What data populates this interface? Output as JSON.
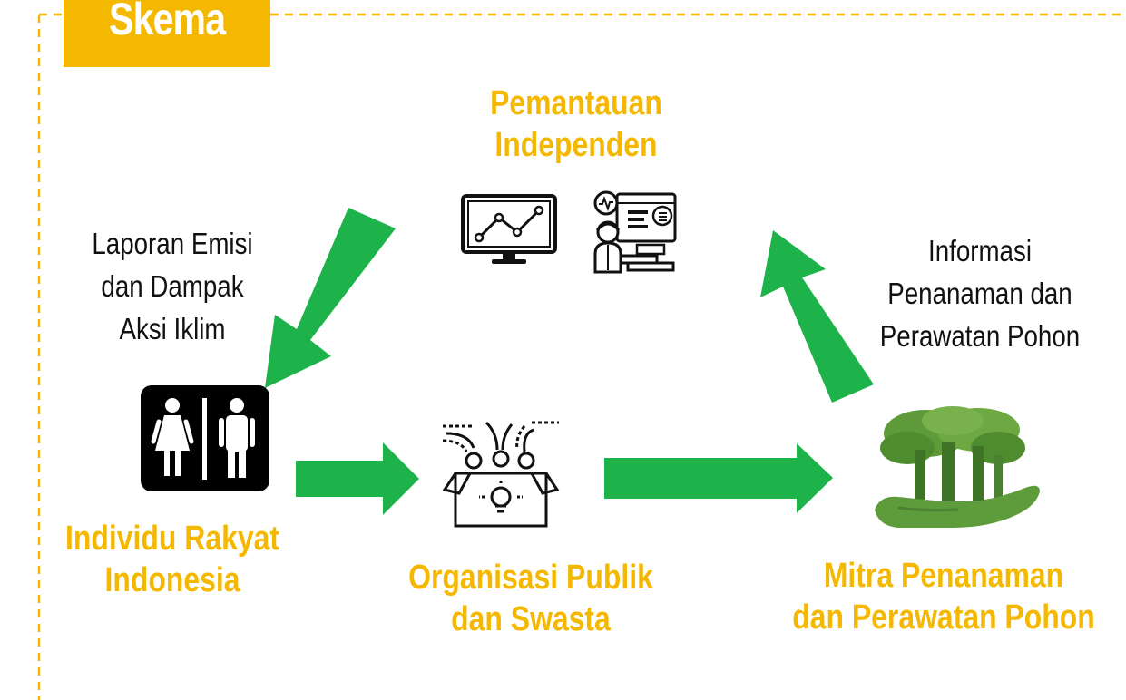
{
  "title": "Skema",
  "colors": {
    "accent": "#f5b800",
    "arrow": "#1db34a",
    "frame_dash": "#f5b800",
    "restroom_bg": "#000000",
    "tree": "#4f8c2f",
    "hand": "#5e9b3b"
  },
  "nodes": {
    "monitoring": {
      "lines": [
        "Pemantauan",
        "Independen"
      ],
      "icons": [
        "monitor-chart-icon",
        "analyst-dashboard-icon"
      ]
    },
    "individuals": {
      "lines": [
        "Individu Rakyat",
        "Indonesia"
      ],
      "icon": "restroom-people-icon"
    },
    "organizations": {
      "lines": [
        "Organisasi Publik",
        "dan Swasta"
      ],
      "icon": "idea-box-icon"
    },
    "partners": {
      "lines": [
        "Mitra Penanaman",
        "dan Perawatan Pohon"
      ],
      "icon": "trees-in-hand-icon"
    }
  },
  "edges": {
    "monitoring_to_individuals": {
      "lines": [
        "Laporan Emisi",
        "dan Dampak",
        "Aksi Iklim"
      ]
    },
    "partners_to_monitoring": {
      "lines": [
        "Informasi",
        "Penanaman dan",
        "Perawatan Pohon"
      ]
    },
    "individuals_to_organizations": {
      "lines": []
    },
    "organizations_to_partners": {
      "lines": []
    }
  }
}
